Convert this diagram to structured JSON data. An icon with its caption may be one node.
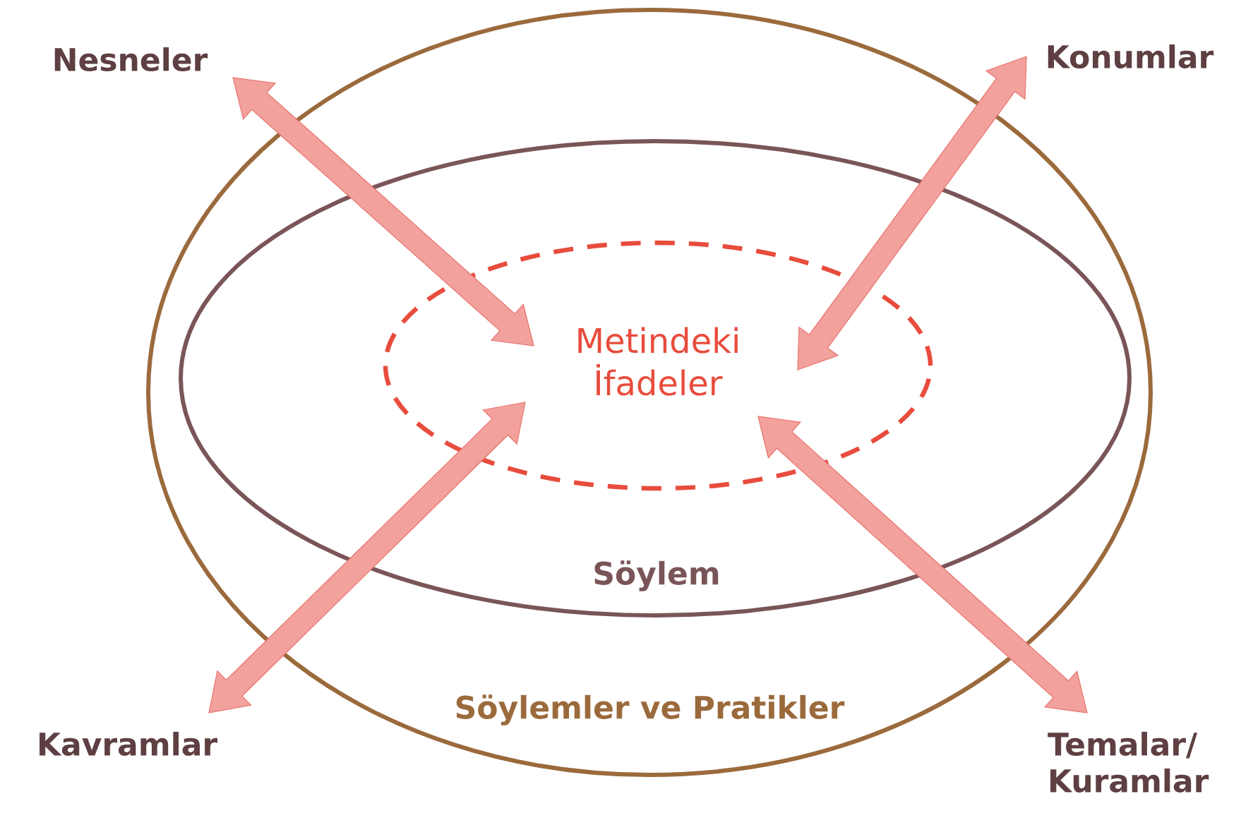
{
  "diagram": {
    "nodes": [
      {
        "text": [
          "Söylemler ve Pratikler"
        ]
      },
      {
        "text": [
          "Söylem"
        ],
        "in": 0
      },
      {
        "text": [
          "Metindeki İfadeler"
        ],
        "in": 1
      },
      {
        "text": [
          "Nesneler"
        ]
      },
      {
        "text": [
          "Konumlar"
        ]
      },
      {
        "text": [
          "Kavramlar"
        ]
      },
      {
        "text": [
          "Temalar/ Kuramlar"
        ]
      }
    ],
    "edges": [
      {
        "from": 2,
        "to": 3,
        "arrow": "both"
      },
      {
        "from": 2,
        "to": 4,
        "arrow": "both"
      },
      {
        "from": 2,
        "to": 5,
        "arrow": "both"
      },
      {
        "from": 2,
        "to": 6,
        "arrow": "both"
      }
    ]
  }
}
